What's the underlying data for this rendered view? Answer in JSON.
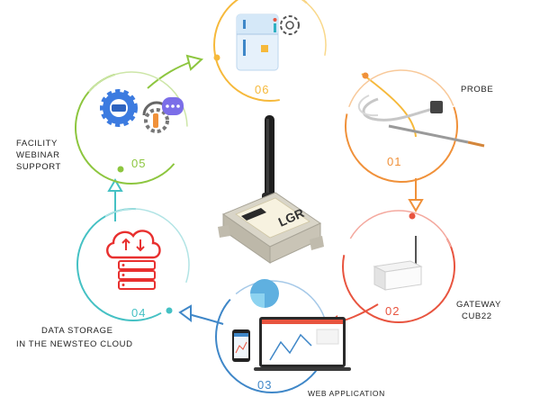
{
  "steps": [
    {
      "number": "01",
      "label": [
        "PROBE"
      ],
      "color": "#f0913a"
    },
    {
      "number": "02",
      "label": [
        "GATEWAY",
        "CUB22"
      ],
      "color": "#e8543f"
    },
    {
      "number": "03",
      "label": [
        "WEB APPLICATION"
      ],
      "color": "#3f87c8"
    },
    {
      "number": "04",
      "label": [
        "DATA STORAGE",
        "IN THE NEWSTEO CLOUD"
      ],
      "color": "#45c1c4"
    },
    {
      "number": "05",
      "label": [
        "FACILITY",
        "WEBINAR",
        "SUPPORT"
      ],
      "color": "#8dc63f"
    },
    {
      "number": "06",
      "label": [],
      "color": "#f6b93b"
    }
  ],
  "center_device": {
    "brand_text": "LGR"
  },
  "icons": {
    "step1": "temperature-probe-icon",
    "step2": "gateway-box-icon",
    "step3": "web-dashboard-devices-icon",
    "step4": "cloud-server-icon",
    "step5": "gear-support-icon",
    "step6": "fridge-settings-icon"
  }
}
